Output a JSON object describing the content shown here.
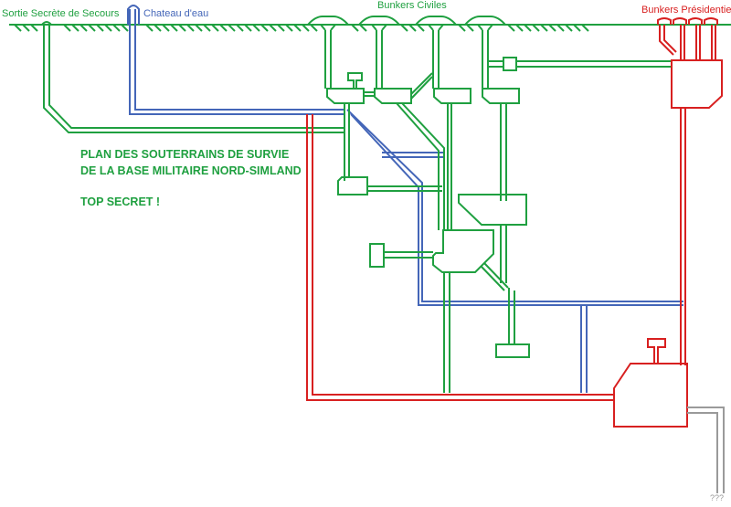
{
  "labels": {
    "emergency_exit": "Sortie Secrète de Secours",
    "water_tower": "Chateau d'eau",
    "civil_bunkers": "Bunkers Civiles",
    "presidential_bunkers": "Bunkers Présidentiels",
    "unknown": "???"
  },
  "title": {
    "line1": "PLAN DES SOUTERRAINS DE SURVIE",
    "line2": "DE LA BASE MILITAIRE NORD-SIMLAND",
    "line3": "TOP SECRET !"
  },
  "colors": {
    "green_network": "#1fa040",
    "blue_network": "#4466b8",
    "red_network": "#d82020",
    "grey_network": "#9a9a9a"
  },
  "legend_networks": [
    {
      "name": "civil tunnels",
      "color": "#1fa040"
    },
    {
      "name": "water pipes",
      "color": "#4466b8"
    },
    {
      "name": "presidential tunnels",
      "color": "#d82020"
    },
    {
      "name": "unknown passage",
      "color": "#9a9a9a"
    }
  ]
}
